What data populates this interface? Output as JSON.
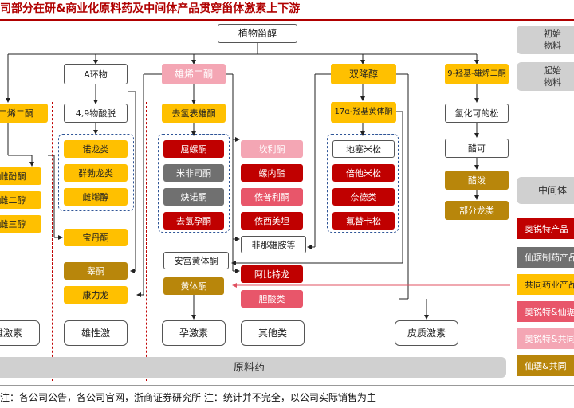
{
  "title": "司部分在研&商业化原料药及中间体产品贯穿甾体激素上下游",
  "nodes": {
    "top": "植物甾醇",
    "a_ring": "A环物",
    "androstenedione": "雄烯二酮",
    "adt": "双降醇",
    "ha": "9-羟基-雄烯二酮",
    "left_top": "二烯二酮",
    "left_1": "雌酚酮",
    "left_2": "雌二醇",
    "left_3": "雌三醇",
    "diene": "4,9物酸脱",
    "nandrolone": "诺龙类",
    "trenbolone": "群勃龙类",
    "ethylestrenol": "雌烯醇",
    "stanozolol": "宝丹酮",
    "testosterone": "睾酮",
    "kangli": "康力龙",
    "dehydro": "去氢表雄酮",
    "spiro": "屈螺酮",
    "mifepristone": "米非司酮",
    "norgestrel": "炔诺酮",
    "levonorgestrel": "去氢孕酮",
    "canrenone": "坎利酮",
    "spironolactone": "螺内酯",
    "eplerenone": "依普利酮",
    "exemestane": "依西美坦",
    "fenandrosterone": "非那雄胺等",
    "hydroxyprog": "17α-羟基黄体酮",
    "dexamethasone": "地塞米松",
    "betamethasone": "倍他米松",
    "prednisolone": "奈德类",
    "fluticasone": "氟替卡松",
    "hydrocortisone": "氢化可的松",
    "cortisone": "醋可",
    "prednisone": "醋泼",
    "dragon": "部分龙类",
    "progesterone_int": "安宫黄体酮",
    "abiraterone": "阿比特龙",
    "progesterone": "黄体酮",
    "bile": "胆酸类",
    "cat_estrogen": "雌激素",
    "cat_androgen": "雄性激",
    "cat_progestin": "孕激素",
    "cat_other": "其他类",
    "cat_cortico": "皮质激素",
    "raw": "原料药"
  },
  "legend": {
    "cat1": "初始\n物料",
    "cat2": "起始\n物料",
    "cat3": "中间体",
    "items": [
      {
        "label": "奥锐特产品",
        "color": "#c00000"
      },
      {
        "label": "仙琚制药产品",
        "color": "#707070"
      },
      {
        "label": "共同药业产品",
        "color": "#ffc000"
      },
      {
        "label": "奥锐特&仙琚",
        "color": "#e8566a"
      },
      {
        "label": "奥锐特&共同",
        "color": "#f4a6b4"
      },
      {
        "label": "仙琚&共同",
        "color": "#b8860b"
      }
    ]
  },
  "footer": "注：各公司公告，各公司官网，浙商证券研究所 注：统计并不完全，以公司实际销售为主"
}
